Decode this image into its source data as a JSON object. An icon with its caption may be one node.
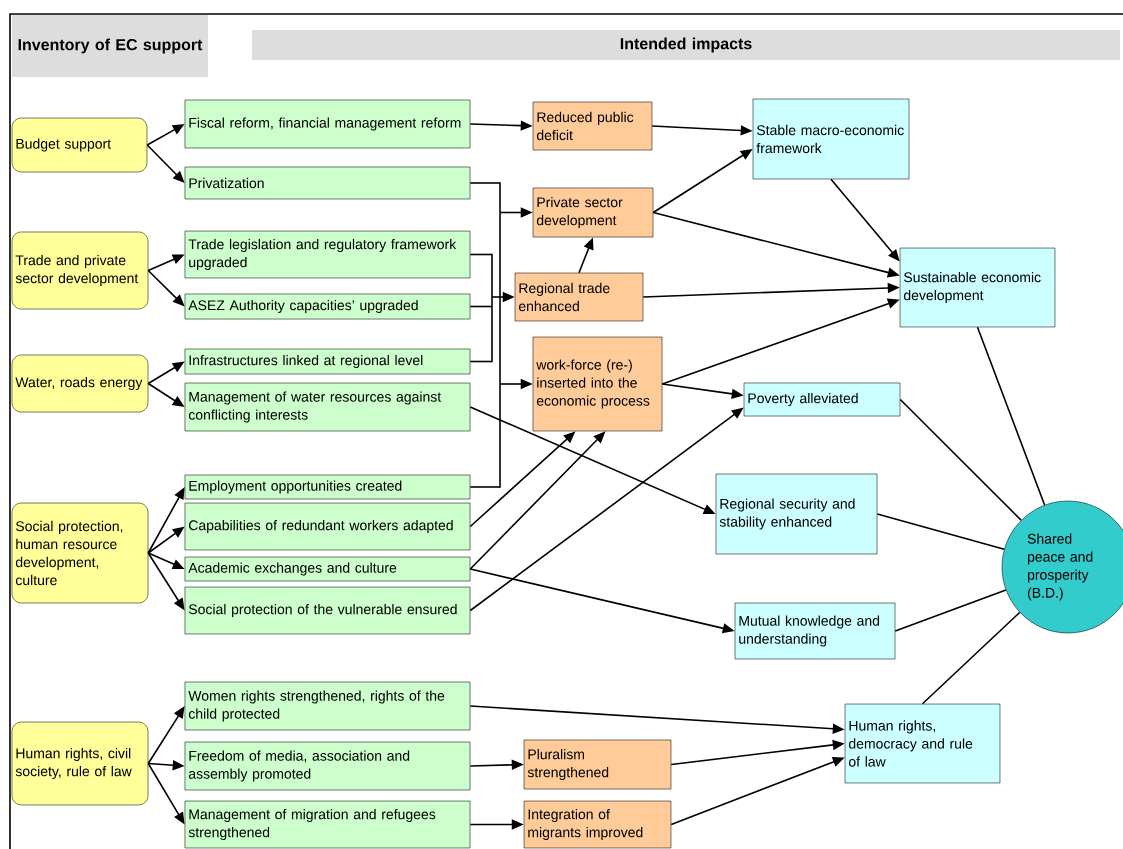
{
  "diagram": {
    "nodes": [
      {
        "text": [
          "Inventory of EC support"
        ]
      },
      {
        "text": [
          "Intended impacts"
        ]
      },
      {
        "text": [
          "Budget support"
        ]
      },
      {
        "text": [
          "Trade and private sector development"
        ]
      },
      {
        "text": [
          "Water, roads energy"
        ]
      },
      {
        "text": [
          "Social protection, human resource development, culture"
        ]
      },
      {
        "text": [
          "Human rights, civil society, rule of law"
        ]
      },
      {
        "text": [
          "Fiscal reform, financial management reform"
        ]
      },
      {
        "text": [
          "Privatization"
        ]
      },
      {
        "text": [
          "Trade legislation and regulatory framework upgraded"
        ]
      },
      {
        "text": [
          "ASEZ Authority capacities’ upgraded"
        ]
      },
      {
        "text": [
          "Infrastructures linked at regional level"
        ]
      },
      {
        "text": [
          "Management of water resources against conflicting interests"
        ]
      },
      {
        "text": [
          "Employment opportunities created"
        ]
      },
      {
        "text": [
          "Capabilities of redundant workers adapted"
        ]
      },
      {
        "text": [
          "Academic exchanges and culture"
        ]
      },
      {
        "text": [
          "Social protection of the vulnerable ensured"
        ]
      },
      {
        "text": [
          "Women rights strengthened, rights of the child protected"
        ]
      },
      {
        "text": [
          "Freedom of media, association and assembly promoted"
        ]
      },
      {
        "text": [
          "Management of migration and refugees strengthened"
        ]
      },
      {
        "text": [
          "Reduced public deficit"
        ]
      },
      {
        "text": [
          "Private sector development"
        ]
      },
      {
        "text": [
          "Regional trade enhanced"
        ]
      },
      {
        "text": [
          "work-force (re-) inserted into the economic process"
        ]
      },
      {
        "text": [
          "Pluralism strengthened"
        ]
      },
      {
        "text": [
          "Integration of migrants improved"
        ]
      },
      {
        "text": [
          "Stable macro-economic framework"
        ]
      },
      {
        "text": [
          "Sustainable economic development"
        ]
      },
      {
        "text": [
          "Poverty alleviated"
        ]
      },
      {
        "text": [
          "Regional security and stability enhanced"
        ]
      },
      {
        "text": [
          "Mutual knowledge and understanding"
        ]
      },
      {
        "text": [
          "Human rights, democracy and rule of law"
        ]
      },
      {
        "text": [
          "Shared peace and prosperity (B.D.)"
        ]
      }
    ],
    "edges": [
      {
        "from": 2,
        "to": 7,
        "arrow": "to"
      },
      {
        "from": 2,
        "to": 8,
        "arrow": "to"
      },
      {
        "from": 3,
        "to": 9,
        "arrow": "to"
      },
      {
        "from": 3,
        "to": 10,
        "arrow": "to"
      },
      {
        "from": 4,
        "to": 11,
        "arrow": "to"
      },
      {
        "from": 4,
        "to": 12,
        "arrow": "to"
      },
      {
        "from": 5,
        "to": 13,
        "arrow": "to"
      },
      {
        "from": 5,
        "to": 14,
        "arrow": "to"
      },
      {
        "from": 5,
        "to": 15,
        "arrow": "to"
      },
      {
        "from": 5,
        "to": 16,
        "arrow": "to"
      },
      {
        "from": 6,
        "to": 17,
        "arrow": "to"
      },
      {
        "from": 6,
        "to": 18,
        "arrow": "to"
      },
      {
        "from": 6,
        "to": 19,
        "arrow": "to"
      },
      {
        "from": 7,
        "to": 20,
        "arrow": "to"
      },
      {
        "from": 8,
        "to": 21,
        "arrow": "to"
      },
      {
        "from": 8,
        "to": 23,
        "arrow": "to"
      },
      {
        "from": 13,
        "to": 21,
        "arrow": "to"
      },
      {
        "from": 13,
        "to": 23,
        "arrow": "to"
      },
      {
        "from": 9,
        "to": 22,
        "arrow": "to"
      },
      {
        "from": 10,
        "to": 22,
        "arrow": "to"
      },
      {
        "from": 11,
        "to": 22,
        "arrow": "to"
      },
      {
        "from": 22,
        "to": 21,
        "arrow": "to"
      },
      {
        "from": 12,
        "to": 29,
        "arrow": "to"
      },
      {
        "from": 14,
        "to": 23,
        "arrow": "to"
      },
      {
        "from": 15,
        "to": 23,
        "arrow": "to"
      },
      {
        "from": 16,
        "to": 28,
        "arrow": "to"
      },
      {
        "from": 15,
        "to": 30,
        "arrow": "to"
      },
      {
        "from": 20,
        "to": 26,
        "arrow": "to"
      },
      {
        "from": 21,
        "to": 26,
        "arrow": "to"
      },
      {
        "from": 21,
        "to": 27,
        "arrow": "to"
      },
      {
        "from": 22,
        "to": 27,
        "arrow": "to"
      },
      {
        "from": 23,
        "to": 27,
        "arrow": "to"
      },
      {
        "from": 26,
        "to": 27,
        "arrow": "to"
      },
      {
        "from": 23,
        "to": 28,
        "arrow": "to"
      },
      {
        "from": 18,
        "to": 24,
        "arrow": "to"
      },
      {
        "from": 19,
        "to": 25,
        "arrow": "to"
      },
      {
        "from": 17,
        "to": 31,
        "arrow": "to"
      },
      {
        "from": 24,
        "to": 31,
        "arrow": "to"
      },
      {
        "from": 25,
        "to": 31,
        "arrow": "to"
      },
      {
        "from": 27,
        "to": 32,
        "arrow": "none"
      },
      {
        "from": 28,
        "to": 32,
        "arrow": "none"
      },
      {
        "from": 29,
        "to": 32,
        "arrow": "none"
      },
      {
        "from": 30,
        "to": 32,
        "arrow": "none"
      },
      {
        "from": 31,
        "to": 32,
        "arrow": "none"
      }
    ]
  }
}
